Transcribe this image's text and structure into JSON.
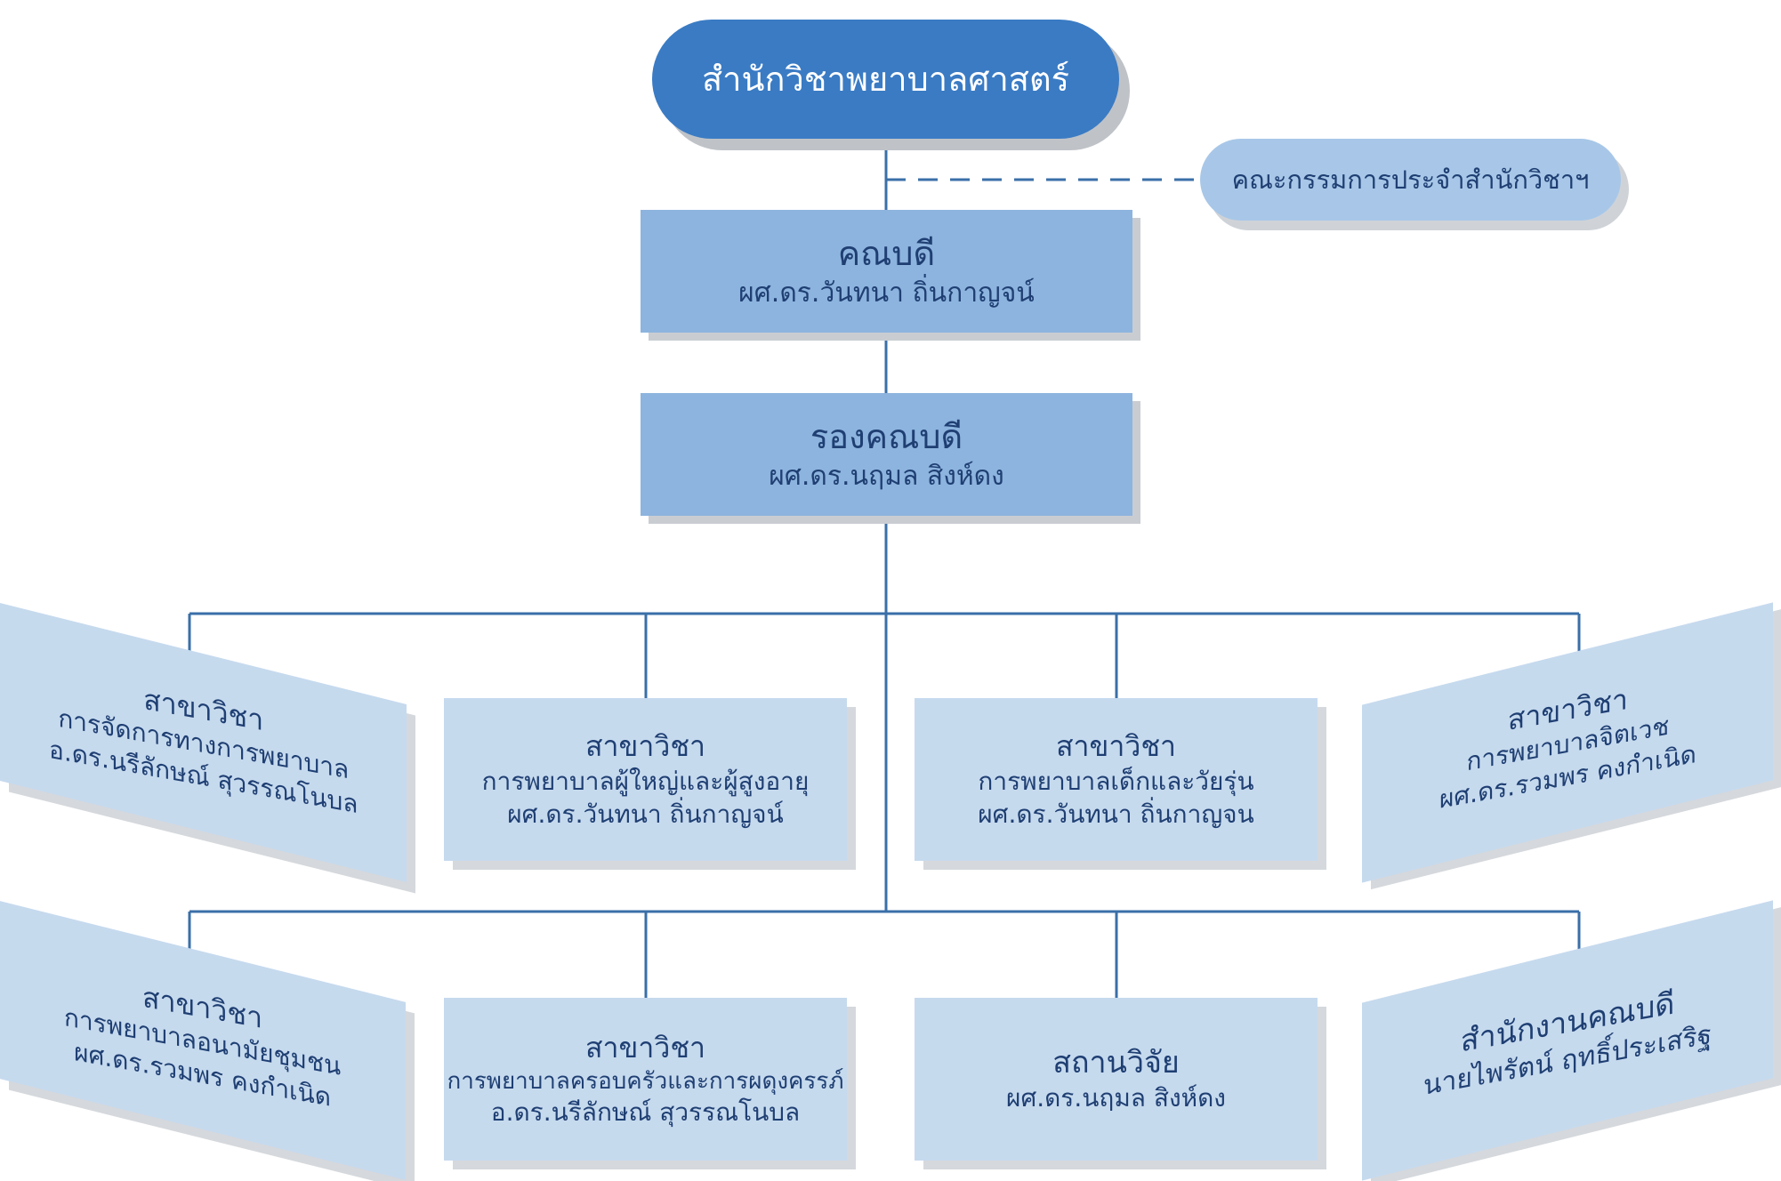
{
  "root": {
    "label": "สำนักวิชาพยาบาลศาสตร์"
  },
  "committee": {
    "label": "คณะกรรมการประจำสำนักวิชาฯ"
  },
  "dean": {
    "title": "คณบดี",
    "name": "ผศ.ดร.วันทนา ถิ่นกาญจน์"
  },
  "deputy": {
    "title": "รองคณบดี",
    "name": "ผศ.ดร.นฤมล สิงห์ดง"
  },
  "departments": [
    {
      "head": "สาขาวิชา",
      "field": "การจัดการทางการพยาบาล",
      "name": "อ.ดร.นรีลักษณ์ สุวรรณโนบล"
    },
    {
      "head": "สาขาวิชา",
      "field": "การพยาบาลผู้ใหญ่และผู้สูงอายุ",
      "name": "ผศ.ดร.วันทนา ถิ่นกาญจน์"
    },
    {
      "head": "สาขาวิชา",
      "field": "การพยาบาลเด็กและวัยรุ่น",
      "name": "ผศ.ดร.วันทนา ถิ่นกาญจน"
    },
    {
      "head": "สาขาวิชา",
      "field": "การพยาบาลจิตเวช",
      "name": "ผศ.ดร.รวมพร คงกำเนิด"
    },
    {
      "head": "สาขาวิชา",
      "field": "การพยาบาลอนามัยชุมชน",
      "name": "ผศ.ดร.รวมพร คงกำเนิด"
    },
    {
      "head": "สาขาวิชา",
      "field": "การพยาบาลครอบครัวและการผดุงครรภ์",
      "name": "อ.ดร.นรีลักษณ์ สุวรรณโนบล"
    },
    {
      "head": "สถานวิจัย",
      "name": "ผศ.ดร.นฤมล สิงห์ดง"
    },
    {
      "head": "สำนักงานคณบดี",
      "name": "นายไพรัตน์ ฤทธิ์ประเสริฐ"
    }
  ],
  "colors": {
    "root_fill": "#3a7bc4",
    "mid_fill": "#8db4de",
    "dept_fill": "#c6daee",
    "committee_fill": "#a8c7e8",
    "connector": "#3a6fa8",
    "text": "#1f3f73"
  }
}
